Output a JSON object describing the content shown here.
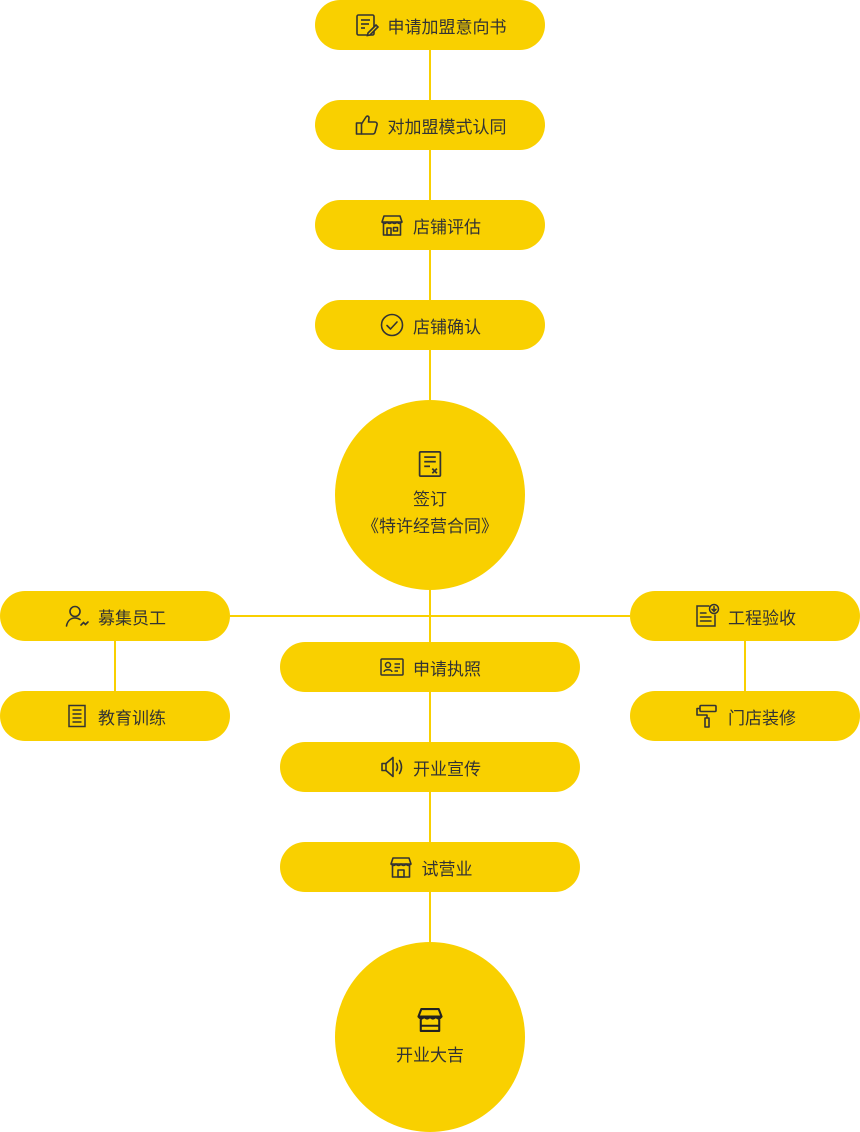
{
  "flow": {
    "step1": {
      "label": "申请加盟意向书",
      "icon": "edit-document-icon"
    },
    "step2": {
      "label": "对加盟模式认同",
      "icon": "thumbs-up-icon"
    },
    "step3": {
      "label": "店铺评估",
      "icon": "store-icon"
    },
    "step4": {
      "label": "店铺确认",
      "icon": "check-circle-icon"
    },
    "contract": {
      "line1": "签订",
      "line2": "《特许经营合同》",
      "icon": "contract-document-icon"
    },
    "left": [
      {
        "label": "募集员工",
        "icon": "user-recruit-icon"
      },
      {
        "label": "教育训练",
        "icon": "list-document-icon"
      }
    ],
    "right": [
      {
        "label": "工程验收",
        "icon": "document-download-icon"
      },
      {
        "label": "门店装修",
        "icon": "paint-roller-icon"
      }
    ],
    "center": [
      {
        "label": "申请执照",
        "icon": "id-card-icon"
      },
      {
        "label": "开业宣传",
        "icon": "speaker-icon"
      },
      {
        "label": "试营业",
        "icon": "store-icon"
      }
    ],
    "final": {
      "label": "开业大吉",
      "icon": "shop-awning-icon"
    }
  },
  "colors": {
    "node": "#f9d000",
    "text": "#333333",
    "icon": "#333333"
  }
}
